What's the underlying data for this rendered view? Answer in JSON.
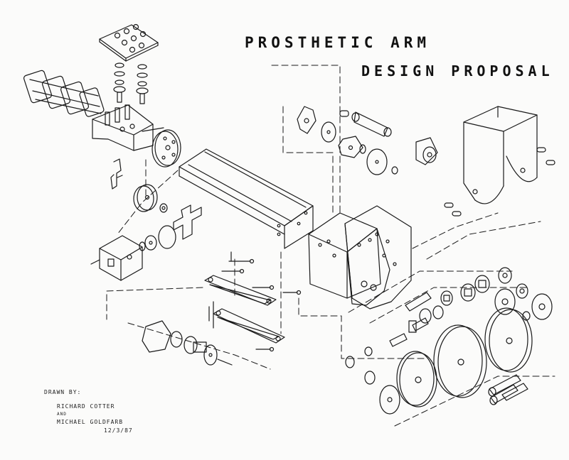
{
  "title": {
    "line1": "PROSTHETIC  ARM",
    "line2": "DESIGN PROPOSAL"
  },
  "credits": {
    "drawn_by": "DRAWN BY:",
    "author1": "RICHARD COTTER",
    "and": "AND",
    "author2": "MICHAEL GOLDFARB",
    "date": "12/3/87"
  },
  "colors": {
    "ink": "#1a1a1a",
    "paper": "#fbfbfa"
  }
}
